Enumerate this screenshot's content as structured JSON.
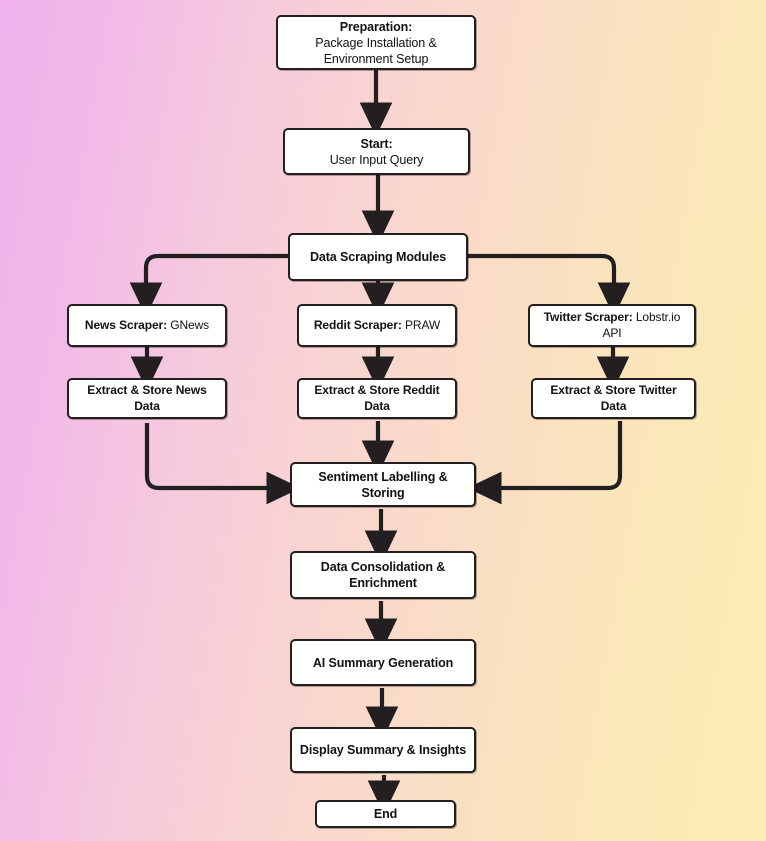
{
  "diagram": {
    "type": "flowchart",
    "title": "Social Sentiment Data Pipeline Flowchart",
    "background": {
      "from": "#f0b1ec",
      "mid": "#f9d8cd",
      "to": "#fbedb3"
    },
    "node_fill": "#fffffd",
    "node_border": "#231f20",
    "nodes": {
      "preparation": {
        "line1": "Preparation:",
        "line2": "Package Installation &",
        "line3": "Environment Setup"
      },
      "start": {
        "line1": "Start:",
        "line2": "User Input Query"
      },
      "scraping_modules": {
        "label": "Data Scraping Modules"
      },
      "news_scraper": {
        "bold": "News Scraper",
        "sep": ":",
        "value": " GNews"
      },
      "reddit_scraper": {
        "bold": "Reddit Scraper",
        "sep": ":",
        "value": " PRAW"
      },
      "twitter_scraper": {
        "bold": "Twitter Scraper",
        "sep": ":",
        "value": " Lobstr.io API"
      },
      "extract_news": {
        "label": "Extract & Store News Data"
      },
      "extract_reddit": {
        "label": "Extract & Store Reddit Data"
      },
      "extract_twitter": {
        "label": "Extract & Store Twitter Data"
      },
      "sentiment": {
        "label": "Sentiment Labelling & Storing"
      },
      "consolidation": {
        "line1": "Data Consolidation &",
        "line2": "Enrichment"
      },
      "ai_summary": {
        "label": "AI Summary Generation"
      },
      "display_summary": {
        "label": "Display Summary & Insights"
      },
      "end": {
        "label": "End"
      }
    },
    "edges": [
      {
        "from": "preparation",
        "to": "start"
      },
      {
        "from": "start",
        "to": "scraping_modules"
      },
      {
        "from": "scraping_modules",
        "to": "news_scraper"
      },
      {
        "from": "scraping_modules",
        "to": "reddit_scraper"
      },
      {
        "from": "scraping_modules",
        "to": "twitter_scraper"
      },
      {
        "from": "news_scraper",
        "to": "extract_news"
      },
      {
        "from": "reddit_scraper",
        "to": "extract_reddit"
      },
      {
        "from": "twitter_scraper",
        "to": "extract_twitter"
      },
      {
        "from": "extract_news",
        "to": "sentiment"
      },
      {
        "from": "extract_reddit",
        "to": "sentiment"
      },
      {
        "from": "extract_twitter",
        "to": "sentiment"
      },
      {
        "from": "sentiment",
        "to": "consolidation"
      },
      {
        "from": "consolidation",
        "to": "ai_summary"
      },
      {
        "from": "ai_summary",
        "to": "display_summary"
      },
      {
        "from": "display_summary",
        "to": "end"
      }
    ]
  }
}
